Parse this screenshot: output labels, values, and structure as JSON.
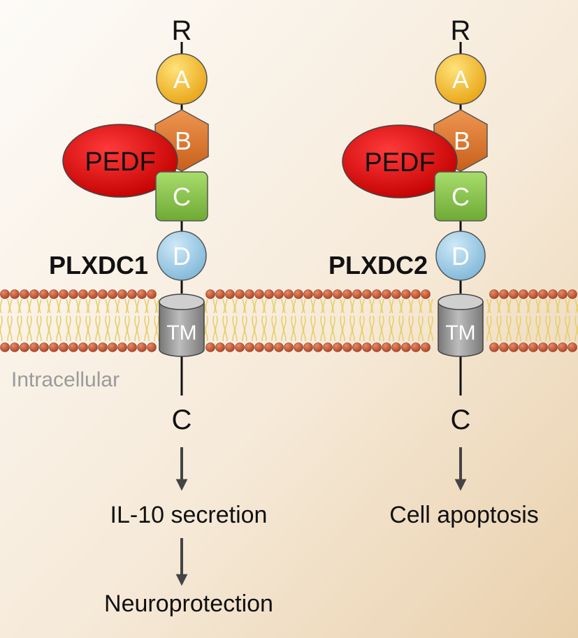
{
  "receptors": [
    {
      "name": "PLXDC1",
      "n_terminus": "R",
      "domains": [
        {
          "label": "A",
          "shape": "circle",
          "color": "#f4b623"
        },
        {
          "label": "B",
          "shape": "hexagon",
          "color": "#d9702a"
        },
        {
          "label": "C",
          "shape": "rounded-square",
          "color": "#86c24a"
        },
        {
          "label": "D",
          "shape": "circle",
          "color": "#8ec5e2"
        }
      ],
      "ligand": {
        "label": "PEDF",
        "color": "#e01010"
      },
      "transmembrane_label": "TM",
      "c_terminus": "C",
      "outcomes": [
        "IL-10 secretion",
        "Neuroprotection"
      ]
    },
    {
      "name": "PLXDC2",
      "n_terminus": "R",
      "domains": [
        {
          "label": "A",
          "shape": "circle",
          "color": "#f4b623"
        },
        {
          "label": "B",
          "shape": "hexagon",
          "color": "#d9702a"
        },
        {
          "label": "C",
          "shape": "rounded-square",
          "color": "#86c24a"
        },
        {
          "label": "D",
          "shape": "circle",
          "color": "#8ec5e2"
        }
      ],
      "ligand": {
        "label": "PEDF",
        "color": "#e01010"
      },
      "transmembrane_label": "TM",
      "c_terminus": "C",
      "outcomes": [
        "Cell apoptosis"
      ]
    }
  ],
  "membrane": {
    "side_label": "Intracellular",
    "head_color": "#c0502e",
    "tail_color": "#e8cf6a"
  },
  "colors": {
    "text": "#111111",
    "arrow": "#444444",
    "side_label": "#9a9a9a",
    "cylinder": "#9c9c9c"
  }
}
